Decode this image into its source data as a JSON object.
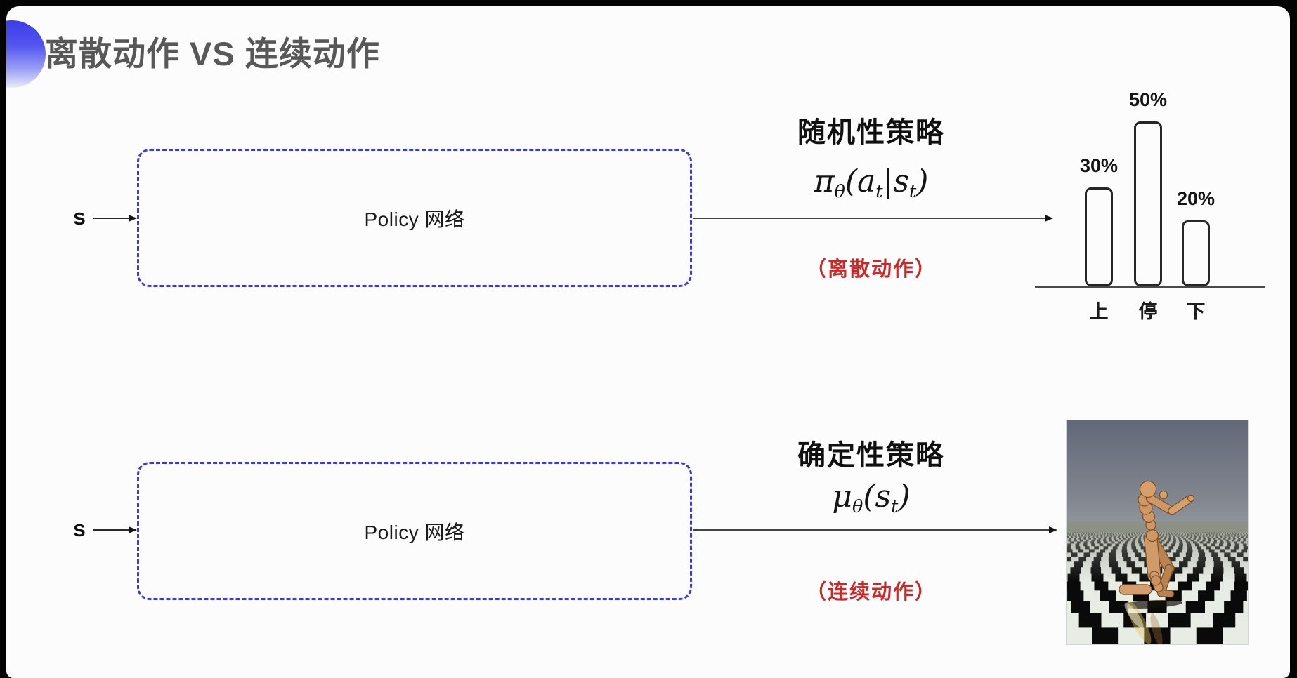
{
  "title": {
    "text": "离散动作 VS 连续动作"
  },
  "top_flow": {
    "input_label": "s",
    "box_label": "Policy 网络",
    "policy_type": "随机性策略",
    "formula_text": "π_θ(a_t|s_t)",
    "formula_parts": [
      "π",
      "θ",
      "(a",
      "t",
      "|s",
      "t",
      ")"
    ],
    "action_note": "（离散动作）"
  },
  "bottom_flow": {
    "input_label": "s",
    "box_label": "Policy 网络",
    "policy_type": "确定性策略",
    "formula_text": "μ_θ(s_t)",
    "formula_parts": [
      "μ",
      "θ",
      "(s",
      "t",
      ")"
    ],
    "action_note": "（连续动作）"
  },
  "chart_data": {
    "type": "bar",
    "title": "",
    "categories": [
      "上",
      "停",
      "下"
    ],
    "values": [
      30,
      50,
      20
    ],
    "value_labels": [
      "30%",
      "50%",
      "20%"
    ],
    "ylim": [
      0,
      60
    ],
    "grid": false,
    "legend": "none",
    "note": "outlined rounded bars on a baseline, value labels above bars, category labels below"
  },
  "photo": {
    "name": "mujoco-humanoid-on-checkerboard",
    "sky_top": "#626879",
    "sky_bottom": "#8f939a",
    "ground_far": "#878e7f",
    "floor_dark": "#0a0a0a",
    "floor_light": "#e7ece5",
    "robot_tan": "#d09a6a"
  },
  "colors": {
    "slide_bg": "#fcfcfc",
    "frame_black": "#040404",
    "accent_blue_dashed": "#3a3ad6",
    "accent_circle_top": "#3c3cec",
    "note_red": "#cd2727",
    "title_gray": "#585858"
  }
}
